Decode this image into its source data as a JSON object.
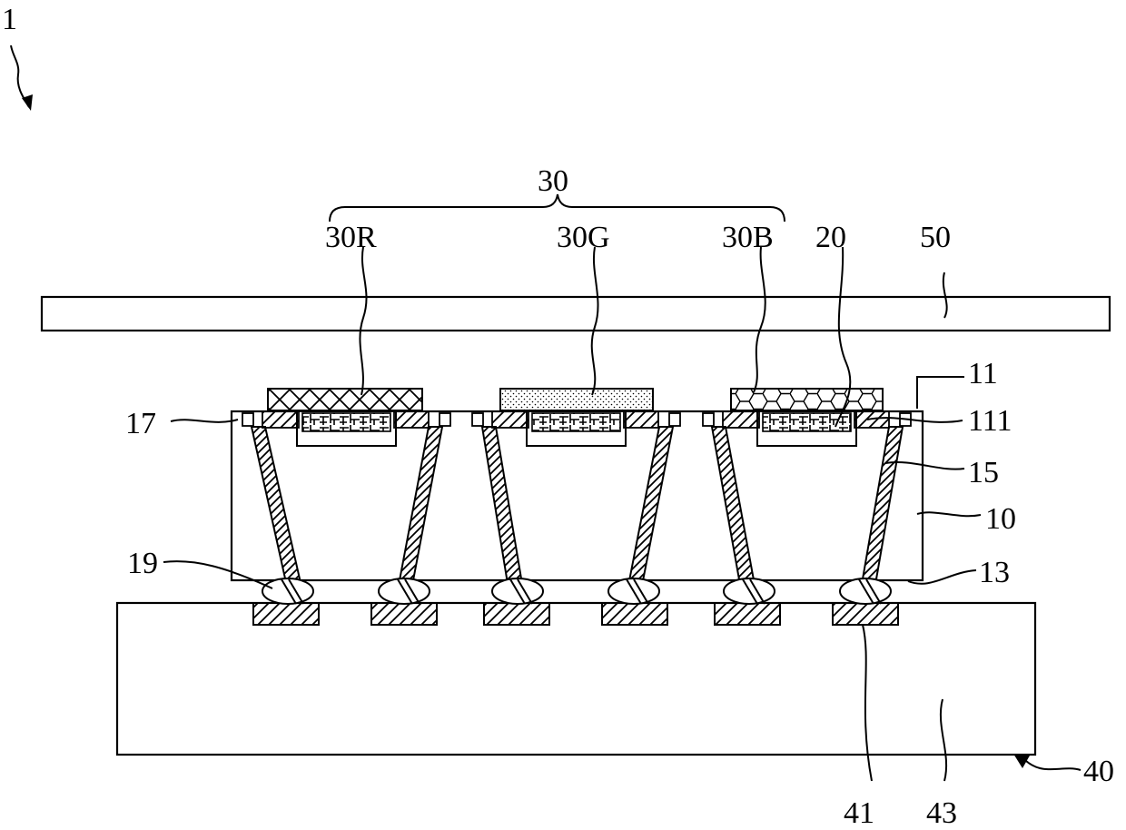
{
  "figure_ref": "1",
  "labels": {
    "group": "30",
    "red": "30R",
    "green": "30G",
    "blue": "30B",
    "chip": "20",
    "cover": "50",
    "top_surface": "11",
    "recess": "111",
    "bonding_layer": "17",
    "via": "15",
    "substrate": "10",
    "bottom_surface": "13",
    "bump": "19",
    "pad": "41",
    "board_body": "43",
    "board": "40"
  }
}
